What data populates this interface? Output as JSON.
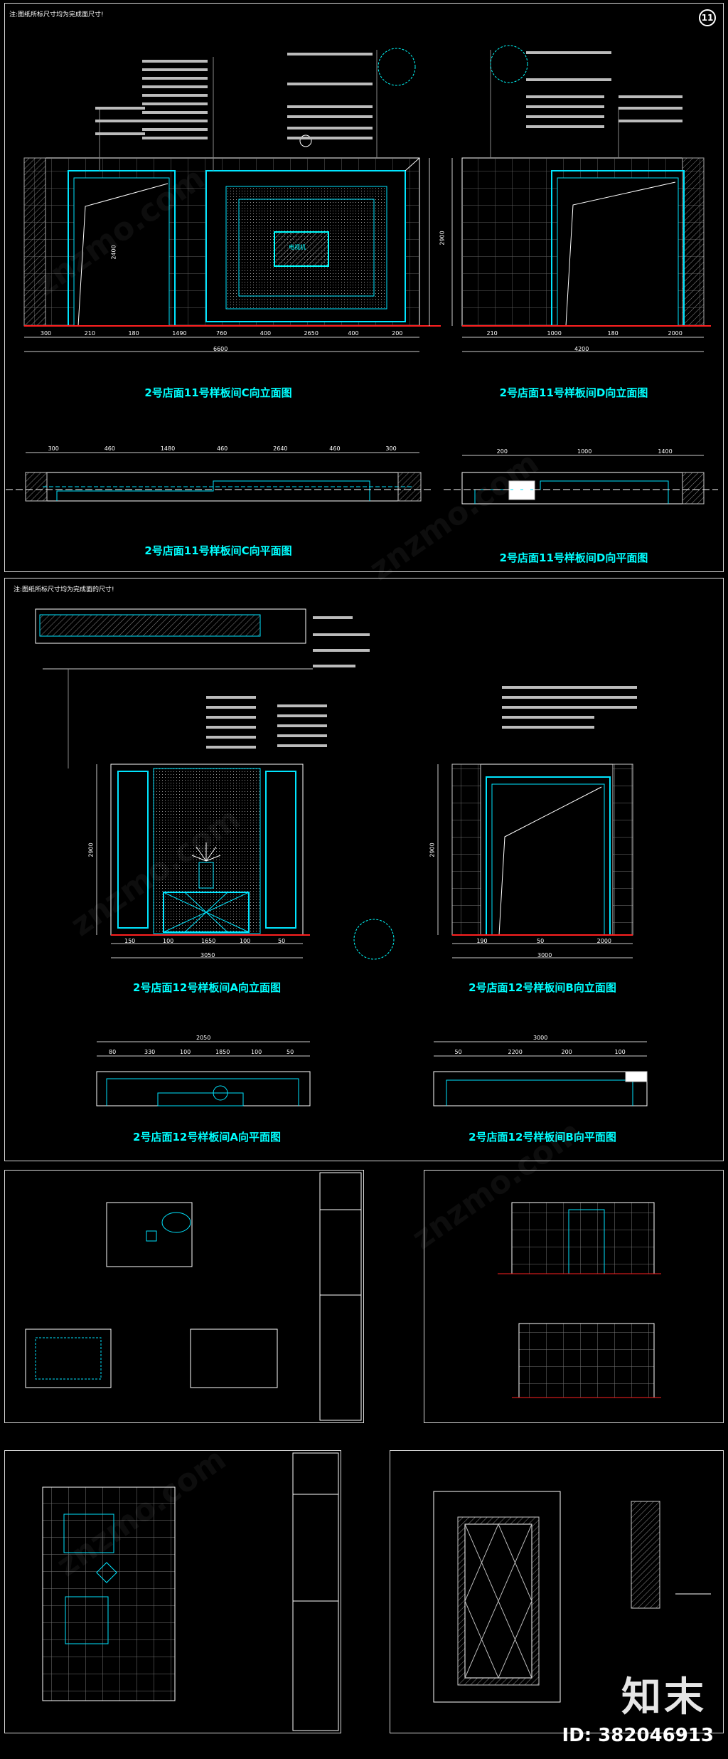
{
  "sheet1": {
    "note": "注:图纸所标尺寸均为完成面尺寸!",
    "badge": "11",
    "titles": {
      "elev_c": "2号店面11号样板间C向立面图",
      "elev_d": "2号店面11号样板间D向立面图",
      "plan_c": "2号店面11号样板间C向平面图",
      "plan_d": "2号店面11号样板间D向平面图"
    },
    "dims": {
      "c_total": "6600",
      "c_segs": [
        "300",
        "210",
        "180",
        "1490",
        "760",
        "400",
        "2650",
        "400",
        "200"
      ],
      "d_total": "4200",
      "d_segs": [
        "210",
        "1000",
        "180",
        "2000"
      ],
      "height": "2900",
      "door_h": "2400",
      "plan_c_segs": [
        "300",
        "460",
        "1480",
        "460",
        "2640",
        "460",
        "300"
      ],
      "plan_d_segs": [
        "200",
        "1000",
        "1400"
      ]
    },
    "tv_label": "电视机"
  },
  "sheet2": {
    "note": "注:图纸所标尺寸均为完成面的尺寸!",
    "titles": {
      "elev_a": "2号店面12号样板间A向立面图",
      "elev_b": "2号店面12号样板间B向立面图",
      "plan_a": "2号店面12号样板间A向平面图",
      "plan_b": "2号店面12号样板间B向平面图"
    },
    "dims": {
      "a_total": "3050",
      "a_segs": [
        "150",
        "100",
        "1650",
        "100",
        "50"
      ],
      "a_height": "2900",
      "b_total": "3000",
      "b_segs": [
        "190",
        "50",
        "2000"
      ],
      "b_height": "2900",
      "plan_a_total": "2050",
      "plan_a_segs": [
        "80",
        "330",
        "100",
        "1850",
        "100",
        "50"
      ],
      "plan_b_total": "3000",
      "plan_b_segs": [
        "50",
        "2200",
        "200",
        "100"
      ]
    }
  },
  "footer": {
    "brand": "知末",
    "id": "ID: 382046913"
  }
}
